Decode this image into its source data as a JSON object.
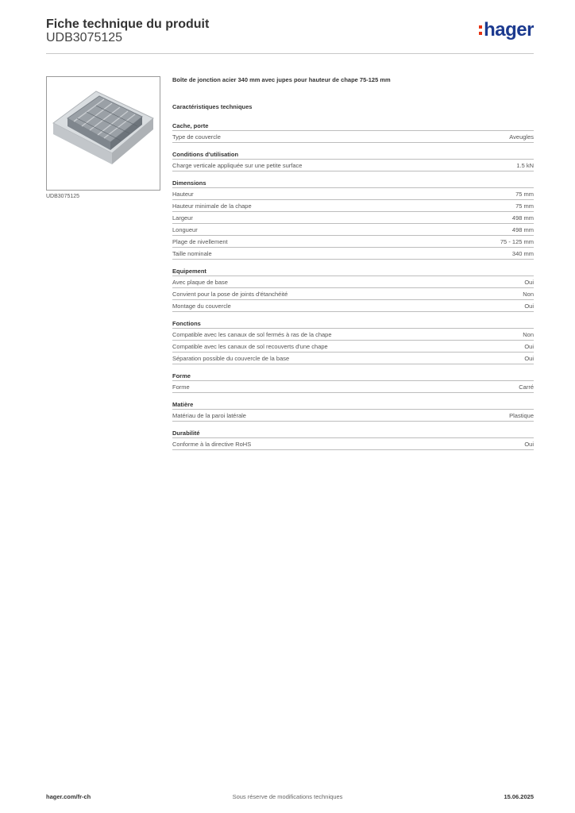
{
  "header": {
    "title": "Fiche technique du produit",
    "code": "UDB3075125",
    "logo": "hager"
  },
  "product": {
    "image_caption": "UDB3075125",
    "description": "Boîte de jonction acier 340 mm avec jupes pour hauteur de chape 75-125 mm"
  },
  "tech_title": "Caractéristiques techniques",
  "sections": [
    {
      "title": "Cache, porte",
      "rows": [
        {
          "label": "Type de couvercle",
          "value": "Aveugles"
        }
      ]
    },
    {
      "title": "Conditions d'utilisation",
      "rows": [
        {
          "label": "Charge verticale appliquée sur une petite surface",
          "value": "1.5 kN"
        }
      ]
    },
    {
      "title": "Dimensions",
      "rows": [
        {
          "label": "Hauteur",
          "value": "75 mm"
        },
        {
          "label": "Hauteur minimale de la chape",
          "value": "75 mm"
        },
        {
          "label": "Largeur",
          "value": "498 mm"
        },
        {
          "label": "Longueur",
          "value": "498 mm"
        },
        {
          "label": "Plage de nivellement",
          "value": "75 - 125 mm"
        },
        {
          "label": "Taille nominale",
          "value": "340 mm"
        }
      ]
    },
    {
      "title": "Equipement",
      "rows": [
        {
          "label": "Avec plaque de base",
          "value": "Oui"
        },
        {
          "label": "Convient pour la pose de joints d'étanchéité",
          "value": "Non"
        },
        {
          "label": "Montage du couvercle",
          "value": "Oui"
        }
      ]
    },
    {
      "title": "Fonctions",
      "rows": [
        {
          "label": "Compatible avec les canaux de sol fermés à ras de la chape",
          "value": "Non"
        },
        {
          "label": "Compatible avec les canaux de sol recouverts d'une chape",
          "value": "Oui"
        },
        {
          "label": "Séparation possible du couvercle de la base",
          "value": "Oui"
        }
      ]
    },
    {
      "title": "Forme",
      "rows": [
        {
          "label": "Forme",
          "value": "Carré"
        }
      ]
    },
    {
      "title": "Matière",
      "rows": [
        {
          "label": "Matériau de la paroi latérale",
          "value": "Plastique"
        }
      ]
    },
    {
      "title": "Durabilité",
      "rows": [
        {
          "label": "Conforme à la directive RoHS",
          "value": "Oui"
        }
      ]
    }
  ],
  "footer": {
    "left": "hager.com/fr-ch",
    "center": "Sous réserve de modifications techniques",
    "right": "15.06.2025"
  },
  "colors": {
    "logo": "#1c3a8f",
    "logo_accent": "#e63312",
    "rule": "#bdbdbd"
  }
}
